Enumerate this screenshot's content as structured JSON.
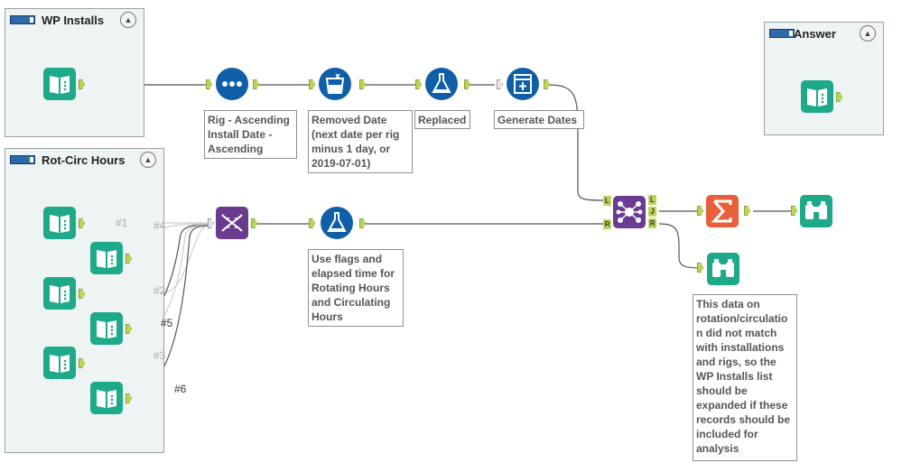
{
  "containers": {
    "wp_installs": {
      "title": "WP Installs"
    },
    "rot_circ": {
      "title": "Rot-Circ Hours"
    },
    "answer": {
      "title": "Answer"
    }
  },
  "annotations": {
    "sort": "Rig - Ascending\nInstall Date -\nAscending",
    "removed_date": "Removed Date\n(next date per rig\nminus 1 day, or\n2019-07-01)",
    "replaced": "Replaced",
    "generate_dates": "Generate Dates",
    "formula_rot": "Use flags and\nelapsed time for\nRotating Hours\nand Circulating\nHours",
    "browse_note": "This data on\nrotation/circulatio\nn did not match\nwith installations\nand rigs, so the\nWP Installs list\nshould be\nexpanded if these\nrecords should be\nincluded for\nanalysis"
  },
  "wire_labels": {
    "w1": "#1",
    "w2": "#2",
    "w3": "#3",
    "w4": "#4",
    "w5": "#5",
    "w6": "#6"
  },
  "join_labels": {
    "left": "L",
    "right": "R",
    "out_l": "L",
    "out_j": "J",
    "out_r": "R"
  },
  "collapse_glyph": "▲",
  "icons": {
    "input": "book-input-icon",
    "sort": "sort-dots-icon",
    "formula": "flask-icon",
    "multi_field": "beaker-icon",
    "generate_rows": "generate-rows-icon",
    "union": "dna-icon",
    "join": "join-network-icon",
    "summarize": "sigma-icon",
    "browse": "binoculars-icon"
  },
  "colors": {
    "teal": "#1fa98b",
    "blue": "#0f5ea8",
    "purple": "#6b3b8f",
    "orange": "#e8603b",
    "anchor": "#b9d557"
  }
}
